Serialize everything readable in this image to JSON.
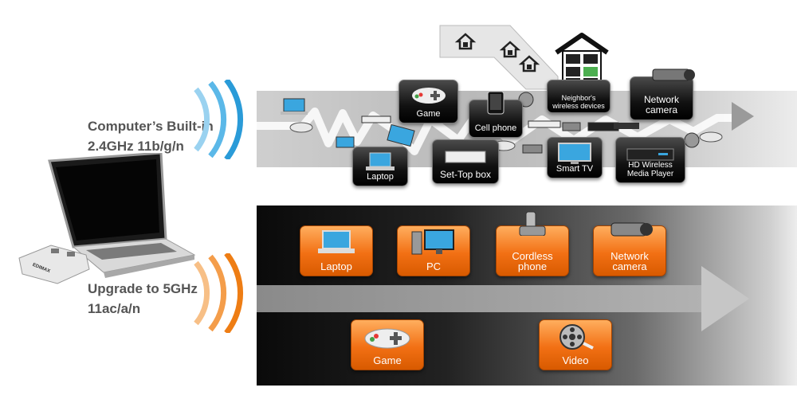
{
  "labels": {
    "builtin_line1": "Computer’s Built-in",
    "builtin_line2": "2.4GHz 11b/g/n",
    "upgrade_line1": "Upgrade to 5GHz",
    "upgrade_line2": "11ac/a/n"
  },
  "adapter_brand": "EDIMAX",
  "colors": {
    "wave_blue": "#3aa6df",
    "wave_orange": "#f28a24",
    "card_orange": "#f27014",
    "card_dark": "#111111"
  },
  "top_cards": {
    "laptop": "Laptop",
    "game": "Game",
    "set_top_box": "Set-Top box",
    "cell_phone": "Cell phone",
    "smart_tv": "Smart TV",
    "neighbors_line1": "Neighbor's",
    "neighbors_line2": "wireless devices",
    "network_camera_line1": "Network",
    "network_camera_line2": "camera",
    "hd_line1": "HD Wireless",
    "hd_line2": "Media Player"
  },
  "bottom_cards": {
    "laptop": "Laptop",
    "pc": "PC",
    "cordless_line1": "Cordless",
    "cordless_line2": "phone",
    "network_camera_line1": "Network",
    "network_camera_line2": "camera",
    "game": "Game",
    "video": "Video"
  }
}
